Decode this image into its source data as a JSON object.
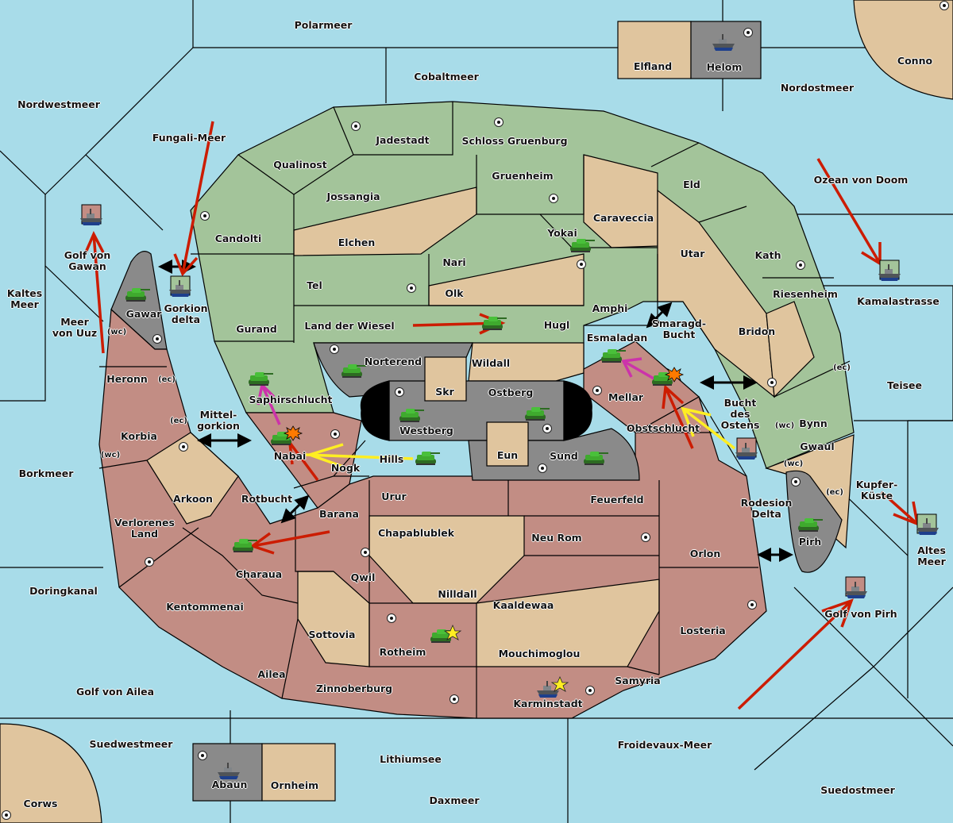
{
  "game": {
    "type": "Diplomacy-style map",
    "colors": {
      "sea": "#a8dce9",
      "green_power": "#a3c49a",
      "red_power": "#c28d84",
      "neutral": "#e0c59e",
      "grey_power": "#8a8a8a",
      "impassable": "#000000",
      "border": "#000000",
      "move_order": "#cc1c00",
      "support_order": "#ffee22",
      "retreat_order": "#cc33aa",
      "convoy_arrow": "#000000"
    }
  },
  "labels": {
    "seas": [
      {
        "id": "polarmeer",
        "text": "Polarmeer"
      },
      {
        "id": "cobaltmeer",
        "text": "Cobaltmeer"
      },
      {
        "id": "nordwestmeer",
        "text": "Nordwestmeer"
      },
      {
        "id": "fungali",
        "text": "Fungali-Meer"
      },
      {
        "id": "nordostmeer",
        "text": "Nordostmeer"
      },
      {
        "id": "ozean",
        "text": "Ozean von Doom"
      },
      {
        "id": "golf-gawan",
        "text": "Golf von\nGawan"
      },
      {
        "id": "kaltes",
        "text": "Kaltes\nMeer"
      },
      {
        "id": "uuz",
        "text": "Meer\nvon Uuz"
      },
      {
        "id": "gorkion-delta",
        "text": "Gorkion\ndelta"
      },
      {
        "id": "kamalastrasse",
        "text": "Kamalastrasse"
      },
      {
        "id": "smaragd",
        "text": "Smaragd-\nBucht"
      },
      {
        "id": "teisee",
        "text": "Teisee"
      },
      {
        "id": "bucht-ostens",
        "text": "Bucht\ndes\nOstens"
      },
      {
        "id": "mittelgorkion",
        "text": "Mittel-\ngorkion"
      },
      {
        "id": "borkmeer",
        "text": "Borkmeer"
      },
      {
        "id": "rotbucht",
        "text": "Rotbucht"
      },
      {
        "id": "rodesion",
        "text": "Rodesion\nDelta"
      },
      {
        "id": "kupfer",
        "text": "Kupfer-\nKüste"
      },
      {
        "id": "altes",
        "text": "Altes\nMeer"
      },
      {
        "id": "doringkanal",
        "text": "Doringkanal"
      },
      {
        "id": "golf-pirh",
        "text": "Golf von Pirh"
      },
      {
        "id": "golf-ailea",
        "text": "Golf von Ailea"
      },
      {
        "id": "suedwestmeer",
        "text": "Suedwestmeer"
      },
      {
        "id": "lithiumsee",
        "text": "Lithiumsee"
      },
      {
        "id": "froidevaux",
        "text": "Froidevaux-Meer"
      },
      {
        "id": "daxmeer",
        "text": "Daxmeer"
      },
      {
        "id": "suedostmeer",
        "text": "Suedostmeer"
      }
    ],
    "lands": [
      {
        "id": "elfland",
        "text": "Elfland"
      },
      {
        "id": "helom",
        "text": "Helom"
      },
      {
        "id": "conno",
        "text": "Conno"
      },
      {
        "id": "jadestadt",
        "text": "Jadestadt"
      },
      {
        "id": "schloss",
        "text": "Schloss Gruenburg"
      },
      {
        "id": "qualinost",
        "text": "Qualinost"
      },
      {
        "id": "gruenheim",
        "text": "Gruenheim"
      },
      {
        "id": "eld",
        "text": "Eld"
      },
      {
        "id": "jossangia",
        "text": "Jossangia"
      },
      {
        "id": "candolti",
        "text": "Candolti"
      },
      {
        "id": "caraveccia",
        "text": "Caraveccia"
      },
      {
        "id": "elchen",
        "text": "Elchen"
      },
      {
        "id": "yokai",
        "text": "Yokai"
      },
      {
        "id": "utar",
        "text": "Utar"
      },
      {
        "id": "kath",
        "text": "Kath"
      },
      {
        "id": "nari",
        "text": "Nari"
      },
      {
        "id": "tel",
        "text": "Tel"
      },
      {
        "id": "olk",
        "text": "Olk"
      },
      {
        "id": "riesenheim",
        "text": "Riesenheim"
      },
      {
        "id": "amphi",
        "text": "Amphi"
      },
      {
        "id": "gawar",
        "text": "Gawar"
      },
      {
        "id": "gurand",
        "text": "Gurand"
      },
      {
        "id": "wiesel",
        "text": "Land der Wiesel"
      },
      {
        "id": "hugl",
        "text": "Hugl"
      },
      {
        "id": "bridon",
        "text": "Bridon"
      },
      {
        "id": "esmaladan",
        "text": "Esmaladan"
      },
      {
        "id": "norterend",
        "text": "Norterend"
      },
      {
        "id": "wildall",
        "text": "Wildall"
      },
      {
        "id": "heronn",
        "text": "Heronn"
      },
      {
        "id": "skr",
        "text": "Skr"
      },
      {
        "id": "ostberg",
        "text": "Ostberg"
      },
      {
        "id": "mellar",
        "text": "Mellar"
      },
      {
        "id": "saphir",
        "text": "Saphirschlucht"
      },
      {
        "id": "westberg",
        "text": "Westberg"
      },
      {
        "id": "bynn",
        "text": "Bynn"
      },
      {
        "id": "obst",
        "text": "Obstschlucht"
      },
      {
        "id": "korbia",
        "text": "Korbia"
      },
      {
        "id": "nabai",
        "text": "Nabai"
      },
      {
        "id": "hills",
        "text": "Hills"
      },
      {
        "id": "eun",
        "text": "Eun"
      },
      {
        "id": "sund",
        "text": "Sund"
      },
      {
        "id": "gwaul",
        "text": "Gwaul"
      },
      {
        "id": "nogk",
        "text": "Nogk"
      },
      {
        "id": "urur",
        "text": "Urur"
      },
      {
        "id": "feuerfeld",
        "text": "Feuerfeld"
      },
      {
        "id": "arkoon",
        "text": "Arkoon"
      },
      {
        "id": "barana",
        "text": "Barana"
      },
      {
        "id": "verlorenes",
        "text": "Verlorenes\nLand"
      },
      {
        "id": "chapablublek",
        "text": "Chapablublek"
      },
      {
        "id": "neurom",
        "text": "Neu Rom"
      },
      {
        "id": "pirh",
        "text": "Pirh"
      },
      {
        "id": "orlon",
        "text": "Orlon"
      },
      {
        "id": "charaua",
        "text": "Charaua"
      },
      {
        "id": "qwil",
        "text": "Qwil"
      },
      {
        "id": "nilldall",
        "text": "Nilldall"
      },
      {
        "id": "kentommenai",
        "text": "Kentommenai"
      },
      {
        "id": "kaaldewaa",
        "text": "Kaaldewaa"
      },
      {
        "id": "losteria",
        "text": "Losteria"
      },
      {
        "id": "sottovia",
        "text": "Sottovia"
      },
      {
        "id": "rotheim",
        "text": "Rotheim"
      },
      {
        "id": "mouchimoglou",
        "text": "Mouchimoglou"
      },
      {
        "id": "ailea",
        "text": "Ailea"
      },
      {
        "id": "samyria",
        "text": "Samyria"
      },
      {
        "id": "zinnoberburg",
        "text": "Zinnoberburg"
      },
      {
        "id": "karminstadt",
        "text": "Karminstadt"
      },
      {
        "id": "abaun",
        "text": "Abaun"
      },
      {
        "id": "ornheim",
        "text": "Ornheim"
      },
      {
        "id": "corws",
        "text": "Corws"
      }
    ],
    "coasts": [
      "(wc)",
      "(ec)"
    ]
  },
  "units": {
    "armies": [
      "Yokai",
      "Gawar",
      "Hugl",
      "Norterend",
      "Saphirschlucht",
      "Westberg",
      "Ostberg",
      "Esmaladan",
      "Mellar",
      "Nabai",
      "Hills",
      "Sund",
      "Pirh",
      "Charaua",
      "Rotheim"
    ],
    "fleets": [
      "Helom",
      "Golf von Gawan",
      "Gorkion delta",
      "Kamalastrasse",
      "Bucht des Ostens",
      "Altes Meer",
      "Golf von Pirh",
      "Karminstadt",
      "Abaun"
    ],
    "dislodged": [
      "Mellar",
      "Nabai"
    ],
    "built": [
      "Rotheim",
      "Karminstadt"
    ]
  }
}
